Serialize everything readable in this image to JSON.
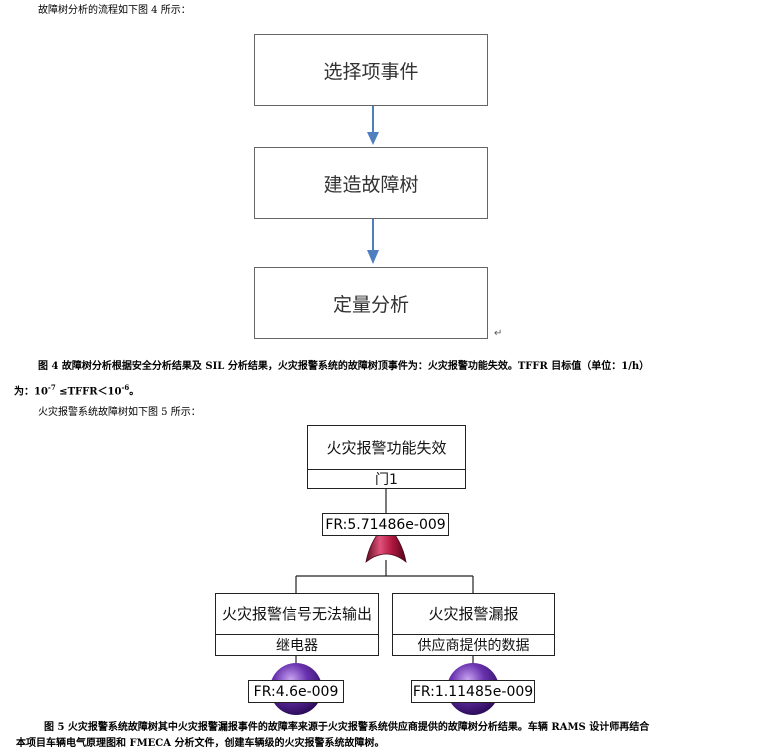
{
  "intro_text": "故障树分析的流程如下图 4 所示：",
  "flow_steps": [
    "选择项事件",
    "建造故障树",
    "定量分析"
  ],
  "paragraph_mark": "↵",
  "fig4": {
    "caption": "图 4  故障树分析根据安全分析结果及 SIL 分析结果，火灾报警系统的故障树顶事件为：火灾报警功能失效。TFFR 目标值（单位：1/h）",
    "line2_prefix": "为：10",
    "exp1": "-7",
    "line2_mid": " ≤TFFR＜10",
    "exp2": "-6",
    "line2_end": "。"
  },
  "fig5_intro": "火灾报警系统故障树如下图 5 所示：",
  "fault_tree": {
    "top": {
      "title": "火灾报警功能失效",
      "gate": "门1",
      "fr": "FR:5.71486e-009"
    },
    "left": {
      "title": "火灾报警信号无法输出",
      "sub": "继电器",
      "fr": "FR:4.6e-009"
    },
    "right": {
      "title": "火灾报警漏报",
      "sub": "供应商提供的数据",
      "fr": "FR:1.11485e-009"
    }
  },
  "fig5": {
    "caption_line1": "图 5  火灾报警系统故障树其中火灾报警漏报事件的故障率来源于火灾报警系统供应商提供的故障树分析结果。车辆 RAMS 设计师再结合",
    "caption_line2": "本项目车辆电气原理图和 FMECA 分析文件，创建车辆级的火灾报警系统故障树。"
  },
  "colors": {
    "arrow": "#4f7fbf",
    "gate": "#a0153e",
    "event_circle": "#4b1f8c"
  }
}
